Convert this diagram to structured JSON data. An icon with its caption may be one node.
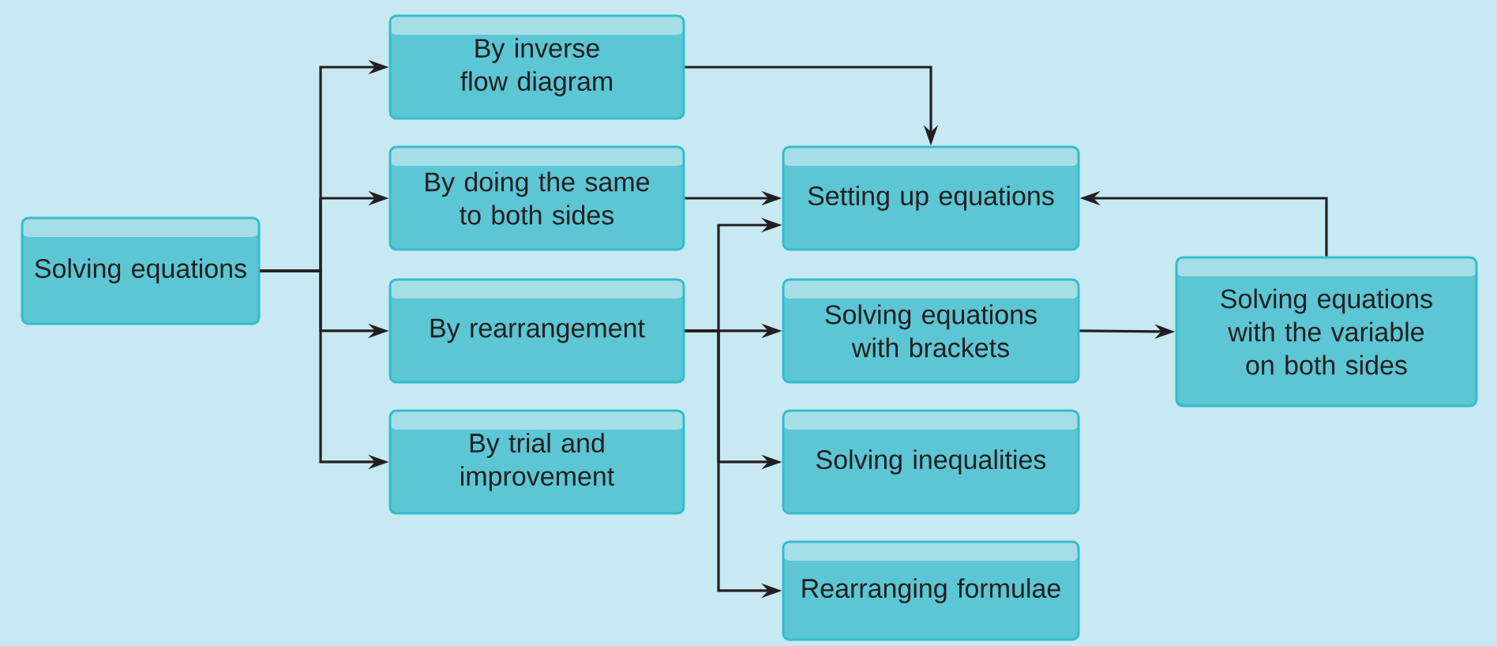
{
  "diagram": {
    "nodes": [
      {
        "text": [
          "Solving equations"
        ]
      },
      {
        "text": [
          "By inverse flow diagram"
        ]
      },
      {
        "text": [
          "By doing the same to both sides"
        ]
      },
      {
        "text": [
          "By rearrangement"
        ]
      },
      {
        "text": [
          "By trial and improvement"
        ]
      },
      {
        "text": [
          "Setting up equations"
        ]
      },
      {
        "text": [
          "Solving equations with brackets"
        ]
      },
      {
        "text": [
          "Solving inequalities"
        ]
      },
      {
        "text": [
          "Rearranging formulae"
        ]
      },
      {
        "text": [
          "Solving equations with the variable on both sides"
        ]
      }
    ],
    "edges": [
      {
        "from": 0,
        "to": 1,
        "arrow": "to"
      },
      {
        "from": 0,
        "to": 2,
        "arrow": "to"
      },
      {
        "from": 0,
        "to": 3,
        "arrow": "to"
      },
      {
        "from": 0,
        "to": 4,
        "arrow": "to"
      },
      {
        "from": 1,
        "to": 5,
        "arrow": "to"
      },
      {
        "from": 2,
        "to": 5,
        "arrow": "to"
      },
      {
        "from": 3,
        "to": 5,
        "arrow": "to"
      },
      {
        "from": 3,
        "to": 6,
        "arrow": "to"
      },
      {
        "from": 3,
        "to": 7,
        "arrow": "to"
      },
      {
        "from": 3,
        "to": 8,
        "arrow": "to"
      },
      {
        "from": 6,
        "to": 9,
        "arrow": "to"
      },
      {
        "from": 9,
        "to": 5,
        "arrow": "to"
      }
    ]
  }
}
